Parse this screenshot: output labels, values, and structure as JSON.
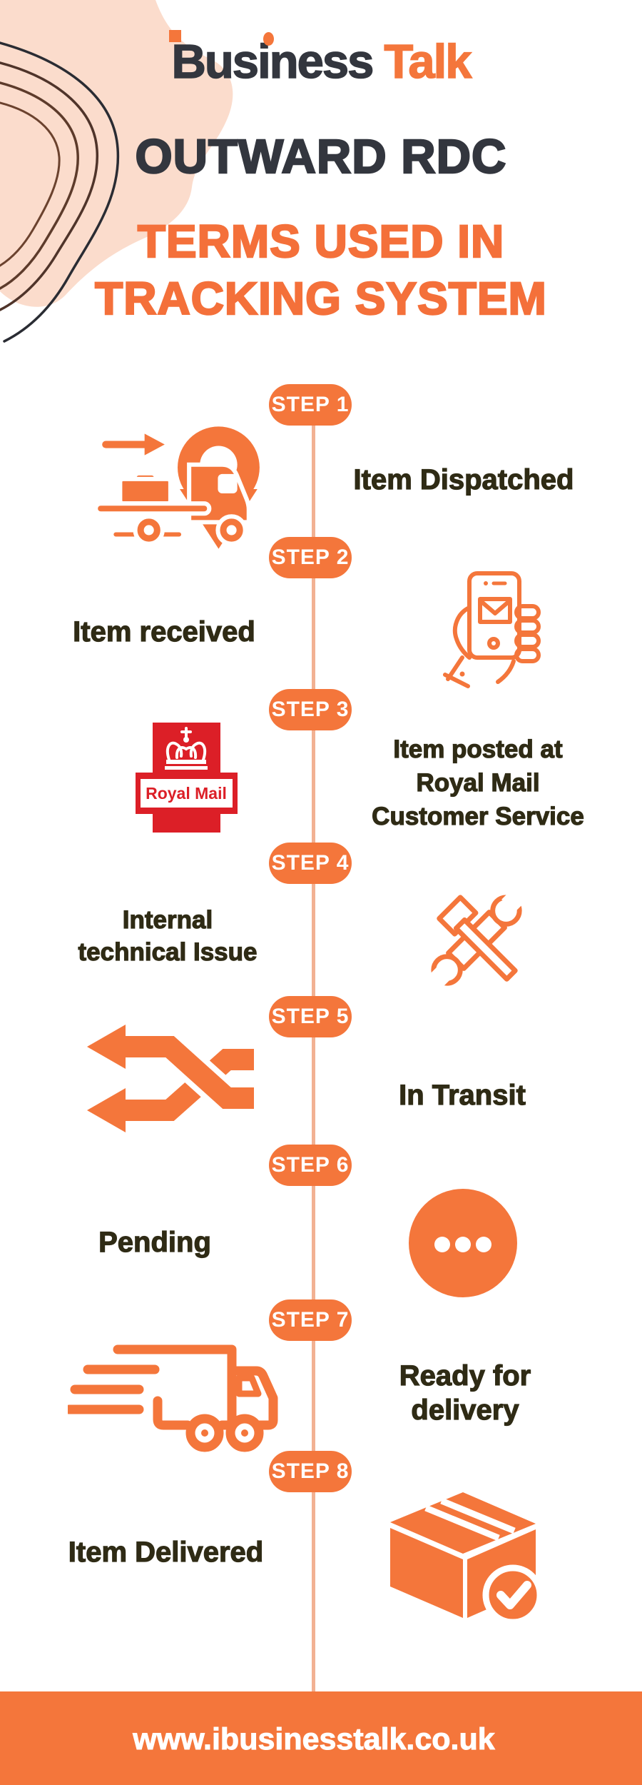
{
  "colors": {
    "accent_orange": "#F4763B",
    "title_orange": "#F4703A",
    "timeline_light_orange": "#F2B193",
    "blob_peach": "#FBDCCC",
    "heading_dark": "#33363E",
    "label_dark_olive": "#2F2B15",
    "royal_mail_red": "#DC1F27",
    "footer_background": "#F4763B"
  },
  "header": {
    "logo_word1": "Business",
    "logo_word2": "Talk",
    "title": "OUTWARD RDC",
    "subtitle": "TERMS USED IN\nTRACKING SYSTEM"
  },
  "royal_mail_label": "Royal Mail",
  "steps": [
    {
      "badge": "STEP 1",
      "label": "Item Dispatched",
      "icon": "dispatch-truck-location-icon",
      "label_side": "right"
    },
    {
      "badge": "STEP 2",
      "label": "Item received",
      "icon": "phone-notification-icon",
      "label_side": "left"
    },
    {
      "badge": "STEP 3",
      "label": "Item posted at\nRoyal Mail\nCustomer Service",
      "icon": "royal-mail-logo",
      "label_side": "right"
    },
    {
      "badge": "STEP 4",
      "label": "Internal\ntechnical Issue",
      "icon": "repair-tools-icon",
      "label_side": "left"
    },
    {
      "badge": "STEP 5",
      "label": "In Transit",
      "icon": "transit-arrows-icon",
      "label_side": "right"
    },
    {
      "badge": "STEP 6",
      "label": "Pending",
      "icon": "pending-dots-icon",
      "label_side": "left"
    },
    {
      "badge": "STEP 7",
      "label": "Ready for\ndelivery",
      "icon": "fast-delivery-truck-icon",
      "label_side": "right"
    },
    {
      "badge": "STEP 8",
      "label": "Item Delivered",
      "icon": "delivered-package-icon",
      "label_side": "left"
    }
  ],
  "footer": {
    "url": "www.ibusinesstalk.co.uk"
  }
}
